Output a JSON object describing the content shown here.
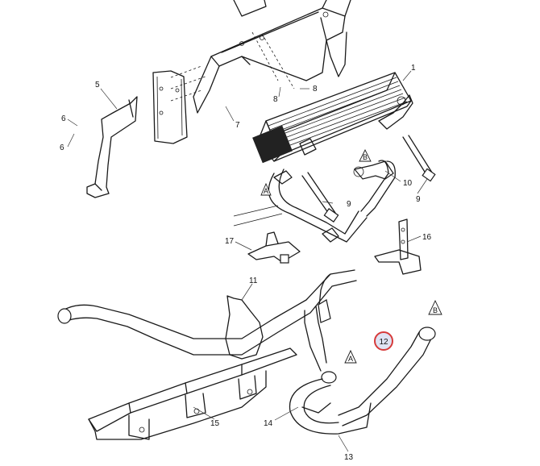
{
  "diagram": {
    "callouts": [
      "1",
      "5",
      "6",
      "6",
      "7",
      "8",
      "8",
      "9",
      "9",
      "10",
      "11",
      "12",
      "13",
      "14",
      "15",
      "16",
      "17"
    ],
    "highlighted_callout": "12",
    "reference_marks": [
      "A",
      "A",
      "B",
      "B"
    ],
    "colors": {
      "line": "#1a1a1a",
      "highlight_ring": "#d63a3a",
      "highlight_fill": "#dfe3f3",
      "background": "#ffffff"
    }
  }
}
